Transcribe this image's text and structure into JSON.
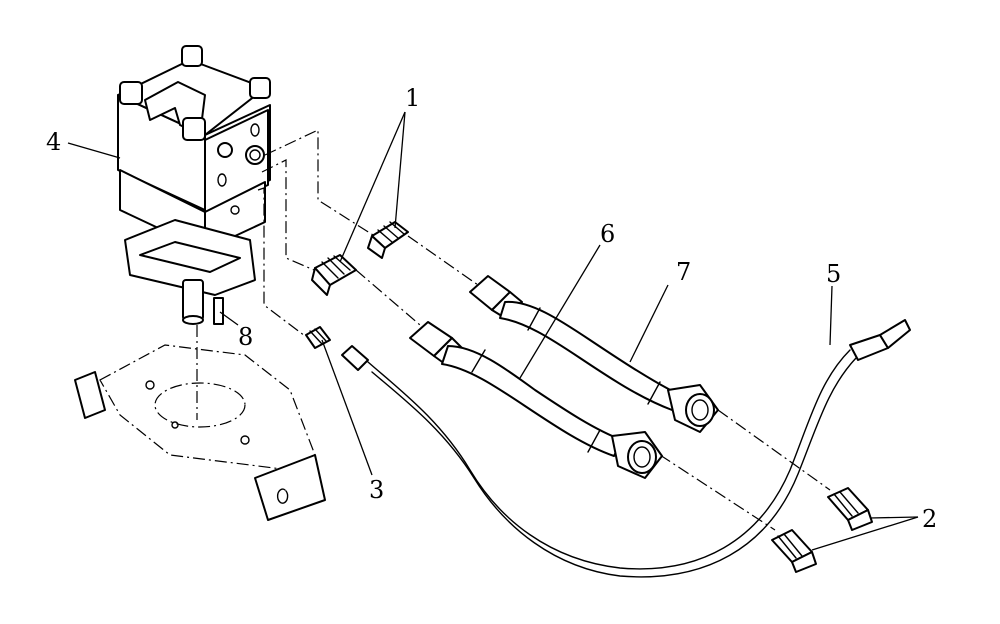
{
  "callouts": {
    "c1": "1",
    "c2": "2",
    "c3": "3",
    "c4": "4",
    "c5": "5",
    "c6": "6",
    "c7": "7",
    "c8": "8"
  }
}
